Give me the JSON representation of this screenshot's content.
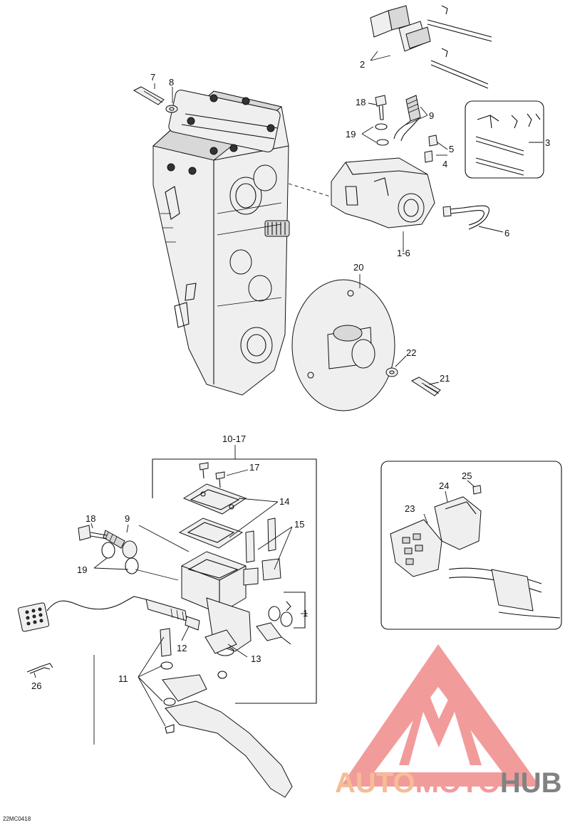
{
  "diagram": {
    "drawing_code": "22MC0418",
    "callouts": {
      "c1": "1",
      "c1_6": "1-6",
      "c2": "2",
      "c3": "3",
      "c4": "4",
      "c5": "5",
      "c6": "6",
      "c7": "7",
      "c8": "8",
      "c9_top": "9",
      "c9_bottom": "9",
      "c10_17": "10-17",
      "c11": "11",
      "c12": "12",
      "c13": "13",
      "c14": "14",
      "c15": "15",
      "c17": "17",
      "c18_top": "18",
      "c18_bottom": "18",
      "c19_top": "19",
      "c19_bottom": "19",
      "c20": "20",
      "c21": "21",
      "c22": "22",
      "c23": "23",
      "c24": "24",
      "c25": "25",
      "c26": "26"
    }
  },
  "watermark": {
    "word_auto": "AUTO",
    "word_moto": "MOTO",
    "word_hub": "HUB",
    "colors": {
      "auto": "#f4b183",
      "moto": "#f08a8a",
      "hub": "#6d6d6d",
      "triangle": "#f08a8a"
    }
  }
}
